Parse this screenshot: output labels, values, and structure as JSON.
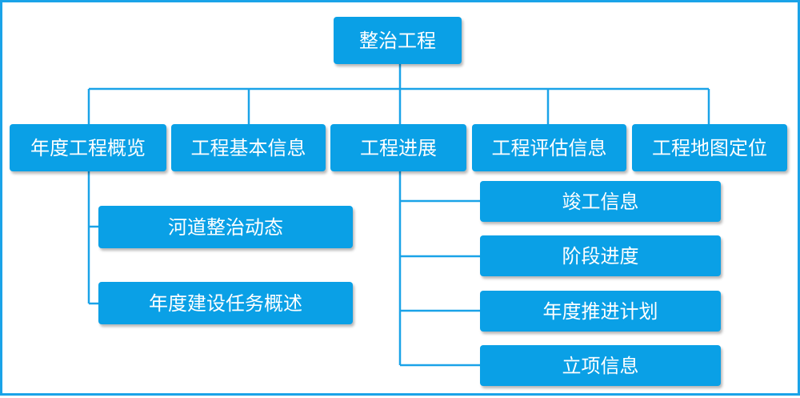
{
  "diagram": {
    "root": {
      "label": "整治工程"
    },
    "branches": [
      {
        "label": "年度工程概览",
        "children": [
          "河道整治动态",
          "年度建设任务概述"
        ]
      },
      {
        "label": "工程基本信息",
        "children": []
      },
      {
        "label": "工程进展",
        "children": [
          "竣工信息",
          "阶段进度",
          "年度推进计划",
          "立项信息"
        ]
      },
      {
        "label": "工程评估信息",
        "children": []
      },
      {
        "label": "工程地图定位",
        "children": []
      }
    ]
  },
  "colors": {
    "node_fill": "#0aa0e6",
    "node_text": "#ffffff",
    "connector": "#1aa3e8",
    "frame": "#1aa3e8"
  }
}
